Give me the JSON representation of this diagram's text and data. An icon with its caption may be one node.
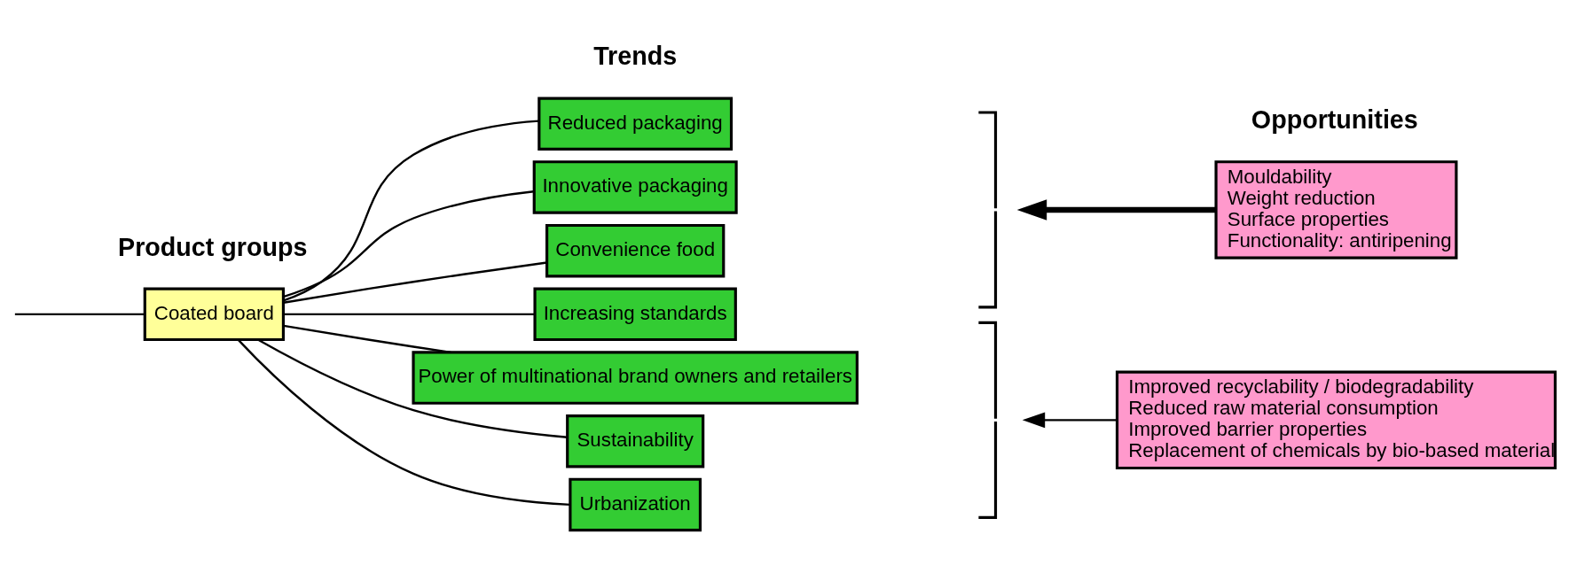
{
  "diagram": {
    "nodes": [
      {
        "text": [
          "Coated board"
        ]
      },
      {
        "text": [
          "Reduced packaging"
        ]
      },
      {
        "text": [
          "Innovative packaging"
        ]
      },
      {
        "text": [
          "Convenience food"
        ]
      },
      {
        "text": [
          "Increasing standards"
        ]
      },
      {
        "text": [
          "Power of multinational brand owners and retailers"
        ]
      },
      {
        "text": [
          "Sustainability"
        ]
      },
      {
        "text": [
          "Urbanization"
        ]
      },
      {
        "text": [],
        "shape": "brace"
      },
      {
        "text": [
          "Mouldability",
          "Weight reduction",
          "Surface properties",
          "Functionality: antiripening"
        ]
      },
      {
        "text": [],
        "shape": "brace"
      },
      {
        "text": [
          "Improved recyclability / biodegradability",
          "Reduced raw material consumption",
          "Improved barrier properties",
          "Replacement of chemicals by bio-based material"
        ]
      }
    ],
    "edges": [
      {
        "from": null,
        "to": 0,
        "arrow": "none"
      },
      {
        "from": 0,
        "to": 1,
        "arrow": "none"
      },
      {
        "from": 0,
        "to": 2,
        "arrow": "none"
      },
      {
        "from": 0,
        "to": 3,
        "arrow": "none"
      },
      {
        "from": 0,
        "to": 4,
        "arrow": "none"
      },
      {
        "from": 0,
        "to": 5,
        "arrow": "none"
      },
      {
        "from": 0,
        "to": 6,
        "arrow": "none"
      },
      {
        "from": 0,
        "to": 7,
        "arrow": "none"
      },
      {
        "from": 9,
        "to": 8,
        "arrow": "to",
        "style": "thick"
      },
      {
        "from": 11,
        "to": 10,
        "arrow": "to"
      }
    ],
    "labels": [
      "Product groups",
      "Trends",
      "Opportunities"
    ]
  }
}
